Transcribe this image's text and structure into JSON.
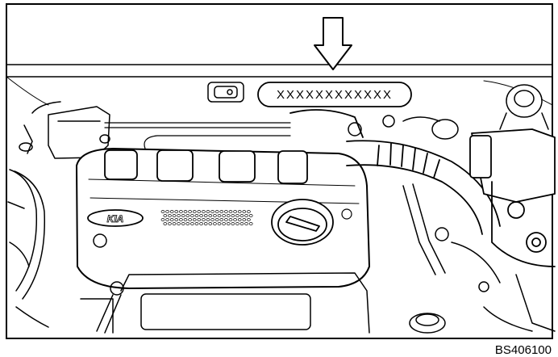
{
  "vin_label_text": "XXXXXXXXXXXX",
  "brand_logo_text": "KIA",
  "figure_code": "BS406100",
  "colors": {
    "ink": "#000000",
    "paper": "#ffffff"
  }
}
